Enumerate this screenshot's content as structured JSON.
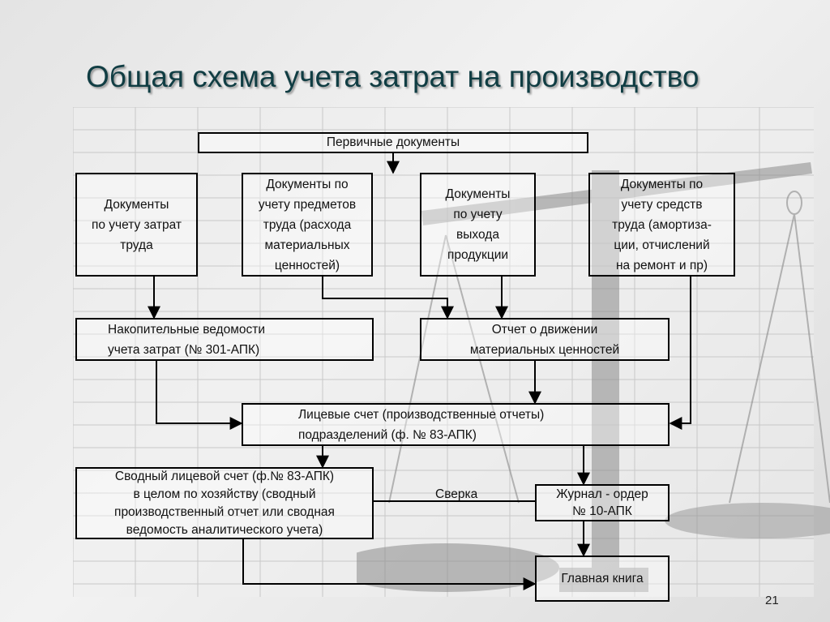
{
  "title": "Общая схема учета затрат на производство",
  "boxes": {
    "primary": "Первичные документы",
    "labor": "Документы\nпо учету затрат\nтруда",
    "materials": "Документы по\nучету предметов\nтруда (расхода\nматериальных\nценностей)",
    "output": "Документы\nпо учету\nвыхода\nпродукции",
    "fixed_assets": "Документы по\nучету средств\nтруда (амортиза-\nции, отчислений\nна ремонт и пр)",
    "accumulative": "Накопительные ведомости\n      учета затрат (№ 301-АПК)",
    "movement_report": "Отчет о движении\nматериальных ценностей",
    "personal_account": "Лицевые счет (производственные отчеты)\n         подразделений (ф. № 83-АПК)",
    "summary_account": "Сводный лицевой счет (ф.№ 83-АПК)\nв целом по хозяйству (сводный\nпроизводственный отчет или сводная\nведомость аналитического учета)",
    "journal_order": "Журнал - ордер\n№ 10-АПК",
    "general_ledger": "Главная книга"
  },
  "reconciliation_label": "Сверка",
  "page_number": "21"
}
